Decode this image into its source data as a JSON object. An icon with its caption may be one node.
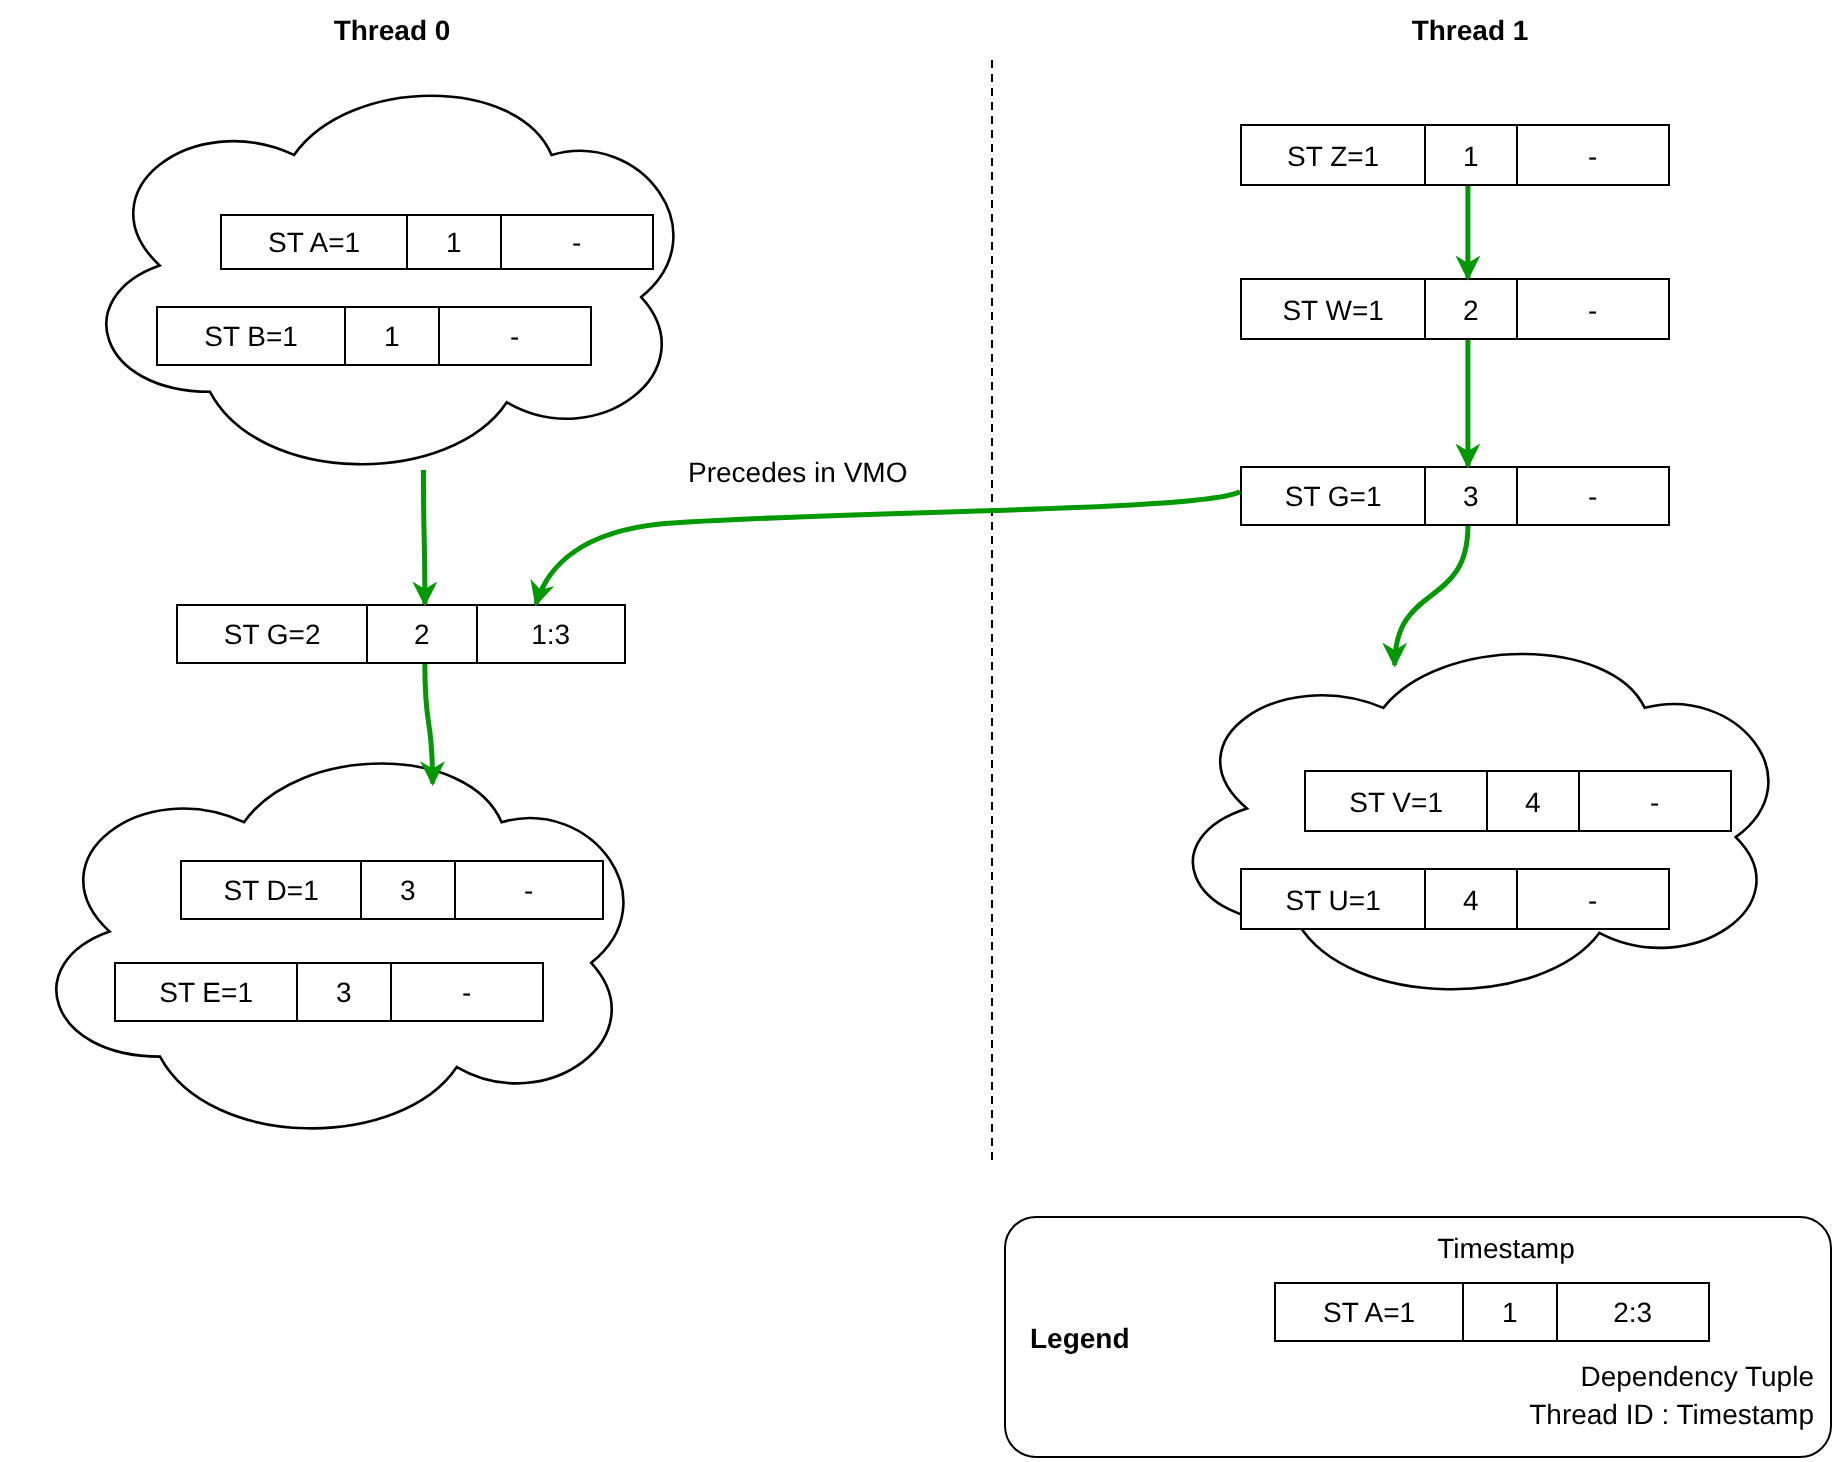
{
  "diagram": {
    "nodes": [
      {
        "text": [],
        "shape": "cloud"
      },
      {
        "text": [
          "ST A=1",
          "1",
          "-"
        ],
        "in": 0
      },
      {
        "text": [
          "ST B=1",
          "1",
          "-"
        ],
        "in": 0
      },
      {
        "text": [
          "ST G=2",
          "2",
          "1:3"
        ]
      },
      {
        "text": [],
        "shape": "cloud"
      },
      {
        "text": [
          "ST D=1",
          "3",
          "-"
        ],
        "in": 4
      },
      {
        "text": [
          "ST E=1",
          "3",
          "-"
        ],
        "in": 4
      },
      {
        "text": [
          "ST Z=1",
          "1",
          "-"
        ]
      },
      {
        "text": [
          "ST W=1",
          "2",
          "-"
        ]
      },
      {
        "text": [
          "ST G=1",
          "3",
          "-"
        ]
      },
      {
        "text": [],
        "shape": "cloud"
      },
      {
        "text": [
          "ST V=1",
          "4",
          "-"
        ],
        "in": 10
      },
      {
        "text": [
          "ST U=1",
          "4",
          "-"
        ],
        "in": 10
      },
      {
        "text": [
          "Legend",
          "Timestamp",
          "Dependency Tuple Thread ID : Timestamp"
        ]
      },
      {
        "text": [
          "ST A=1",
          "1",
          "2:3"
        ],
        "in": 13
      }
    ],
    "edges": [
      {
        "from": 0,
        "to": 3,
        "arrow": "to"
      },
      {
        "from": 3,
        "to": 4,
        "arrow": "to"
      },
      {
        "from": 9,
        "to": 3,
        "arrow": "to",
        "label": "Precedes in VMO"
      },
      {
        "from": 7,
        "to": 8,
        "arrow": "to"
      },
      {
        "from": 8,
        "to": 9,
        "arrow": "to"
      },
      {
        "from": 9,
        "to": 10,
        "arrow": "to"
      }
    ],
    "labels": [
      "Thread 0",
      "Thread 1"
    ]
  }
}
